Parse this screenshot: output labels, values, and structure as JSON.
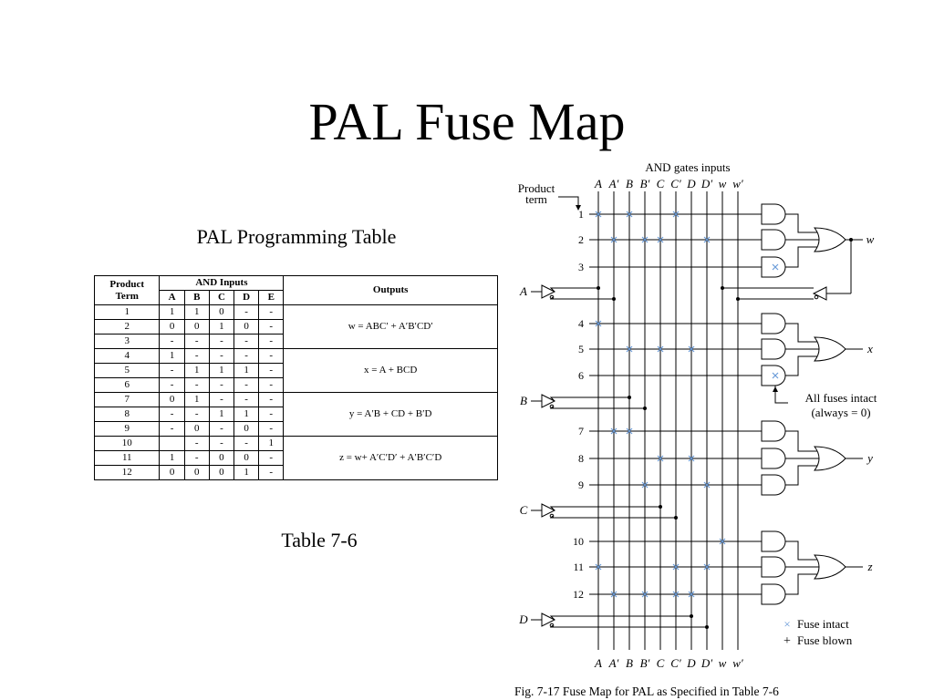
{
  "title": "PAL Fuse Map",
  "table": {
    "caption": "PAL Programming Table",
    "number": "Table 7-6",
    "header_product": "Product",
    "header_term": "Term",
    "header_and_inputs": "AND Inputs",
    "header_outputs": "Outputs",
    "input_columns": [
      "A",
      "B",
      "C",
      "D",
      "E"
    ],
    "rows": [
      {
        "term": "1",
        "bits": [
          "1",
          "1",
          "0",
          "-",
          "-"
        ]
      },
      {
        "term": "2",
        "bits": [
          "0",
          "0",
          "1",
          "0",
          "-"
        ]
      },
      {
        "term": "3",
        "bits": [
          "-",
          "-",
          "-",
          "-",
          "-"
        ]
      },
      {
        "term": "4",
        "bits": [
          "1",
          "-",
          "-",
          "-",
          "-"
        ]
      },
      {
        "term": "5",
        "bits": [
          "-",
          "1",
          "1",
          "1",
          "-"
        ]
      },
      {
        "term": "6",
        "bits": [
          "-",
          "-",
          "-",
          "-",
          "-"
        ]
      },
      {
        "term": "7",
        "bits": [
          "0",
          "1",
          "-",
          "-",
          "-"
        ]
      },
      {
        "term": "8",
        "bits": [
          "-",
          "-",
          "1",
          "1",
          "-"
        ]
      },
      {
        "term": "9",
        "bits": [
          "-",
          "0",
          "-",
          "0",
          "-"
        ]
      },
      {
        "term": "10",
        "bits": [
          "",
          "-",
          "-",
          "-",
          "1"
        ]
      },
      {
        "term": "11",
        "bits": [
          "1",
          "-",
          "0",
          "0",
          "-"
        ]
      },
      {
        "term": "12",
        "bits": [
          "0",
          "0",
          "0",
          "1",
          "-"
        ]
      }
    ],
    "outputs": [
      "w = ABC′ + A′B′CD′",
      "x = A + BCD",
      "y = A′B + CD + B′D",
      "z = w+ A′C′D′ + A′B′C′D"
    ]
  },
  "diagram": {
    "header": "AND gates inputs",
    "product_label_1": "Product",
    "product_label_2": "term",
    "columns": [
      "A",
      "A′",
      "B",
      "B′",
      "C",
      "C′",
      "D",
      "D′",
      "w",
      "w′"
    ],
    "term_labels": [
      "1",
      "2",
      "3",
      "4",
      "5",
      "6",
      "7",
      "8",
      "9",
      "10",
      "11",
      "12"
    ],
    "inputs": [
      "A",
      "B",
      "C",
      "D"
    ],
    "outputs": [
      "w",
      "x",
      "y",
      "z"
    ],
    "fuses": [
      [
        0,
        2,
        5
      ],
      [
        1,
        3,
        4,
        7
      ],
      [],
      [
        0
      ],
      [
        2,
        4,
        6
      ],
      [],
      [
        1,
        2
      ],
      [
        4,
        6
      ],
      [
        3,
        7
      ],
      [
        8
      ],
      [
        0,
        5,
        7
      ],
      [
        1,
        3,
        5,
        6
      ]
    ],
    "all_intact_terms": [
      2,
      5
    ],
    "note_line1": "All fuses intact",
    "note_line2": "(always = 0)",
    "legend_intact": "Fuse intact",
    "legend_blown": "Fuse blown",
    "legend_intact_symbol": "×",
    "legend_blown_symbol": "+",
    "figure_caption": "Fig. 7-17  Fuse Map for PAL as Specified in Table 7-6",
    "line_color": "#000000",
    "fuse_color": "#6a9bd8"
  }
}
